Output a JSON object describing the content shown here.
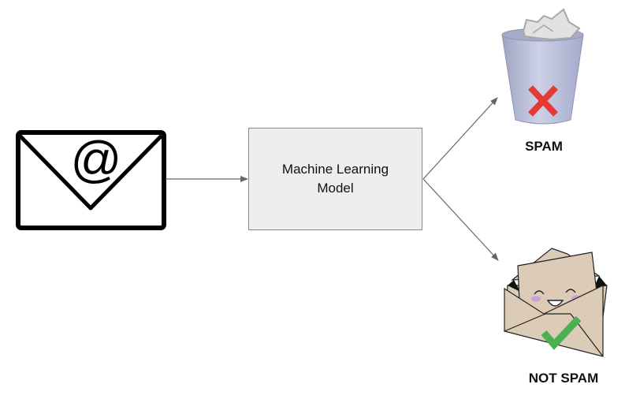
{
  "diagram": {
    "title": "Spam email classification flow",
    "nodes": {
      "input": {
        "icon": "email-at-icon",
        "glyph": "@"
      },
      "model": {
        "label": "Machine Learning Model"
      },
      "spam": {
        "icon": "trash-can-icon",
        "label": "SPAM"
      },
      "not_spam": {
        "icon": "happy-envelope-icon",
        "label": "NOT SPAM"
      }
    },
    "edges": [
      {
        "from": "input",
        "to": "model"
      },
      {
        "from": "model",
        "to": "spam"
      },
      {
        "from": "model",
        "to": "not_spam"
      }
    ],
    "colors": {
      "arrow": "#666666",
      "box_fill": "#eeeeee",
      "box_border": "#888888",
      "trash": "#b9bed6",
      "x_mark": "#e53935",
      "envelope": "#dccbb6",
      "check": "#4caf50",
      "cheek": "#c8a2d8"
    }
  }
}
